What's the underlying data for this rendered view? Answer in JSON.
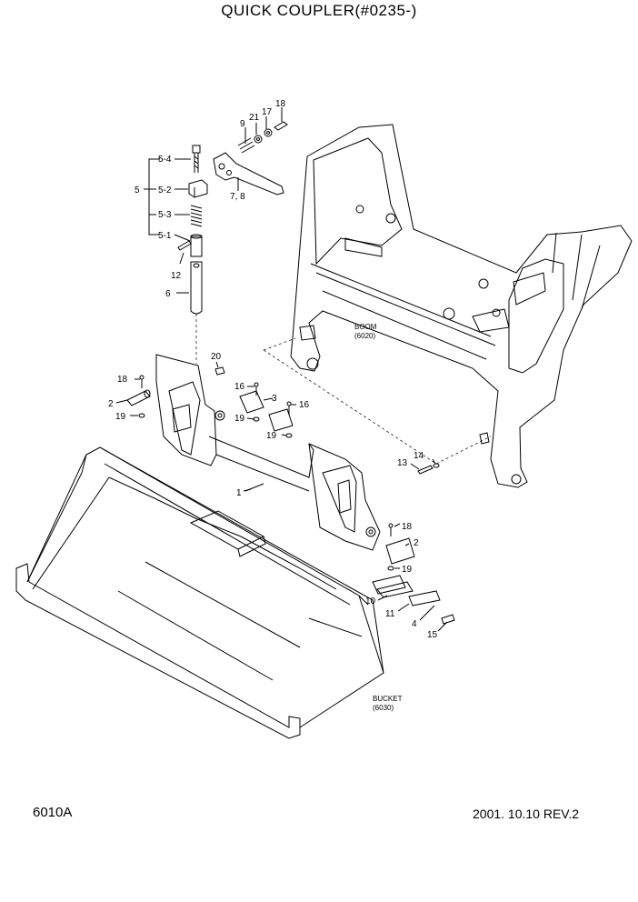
{
  "title": "QUICK COUPLER(#0235-)",
  "footer": {
    "code": "6010A",
    "date_rev": "2001. 10.10  REV.2"
  },
  "labels": {
    "boom": "BOOM",
    "boom_ref": "(6020)",
    "bucket": "BUCKET",
    "bucket_ref": "(6030)"
  },
  "callouts": {
    "c18a": "18",
    "c21": "21",
    "c17": "17",
    "c9": "9",
    "c5_4": "5-4",
    "c5": "5",
    "c5_2": "5-2",
    "c5_3": "5-3",
    "c5_1": "5-1",
    "c7_8": "7,  8",
    "c12": "12",
    "c6": "6",
    "c20": "20",
    "c18b": "18",
    "c2a": "2",
    "c19a": "19",
    "c16a": "16",
    "c19b": "19",
    "c3": "3",
    "c16b": "16",
    "c19c": "19",
    "c14": "14",
    "c13": "13",
    "c1": "1",
    "c18c": "18",
    "c2b": "2",
    "c19d": "19",
    "c10": "10",
    "c11": "11",
    "c4": "4",
    "c15": "15"
  }
}
